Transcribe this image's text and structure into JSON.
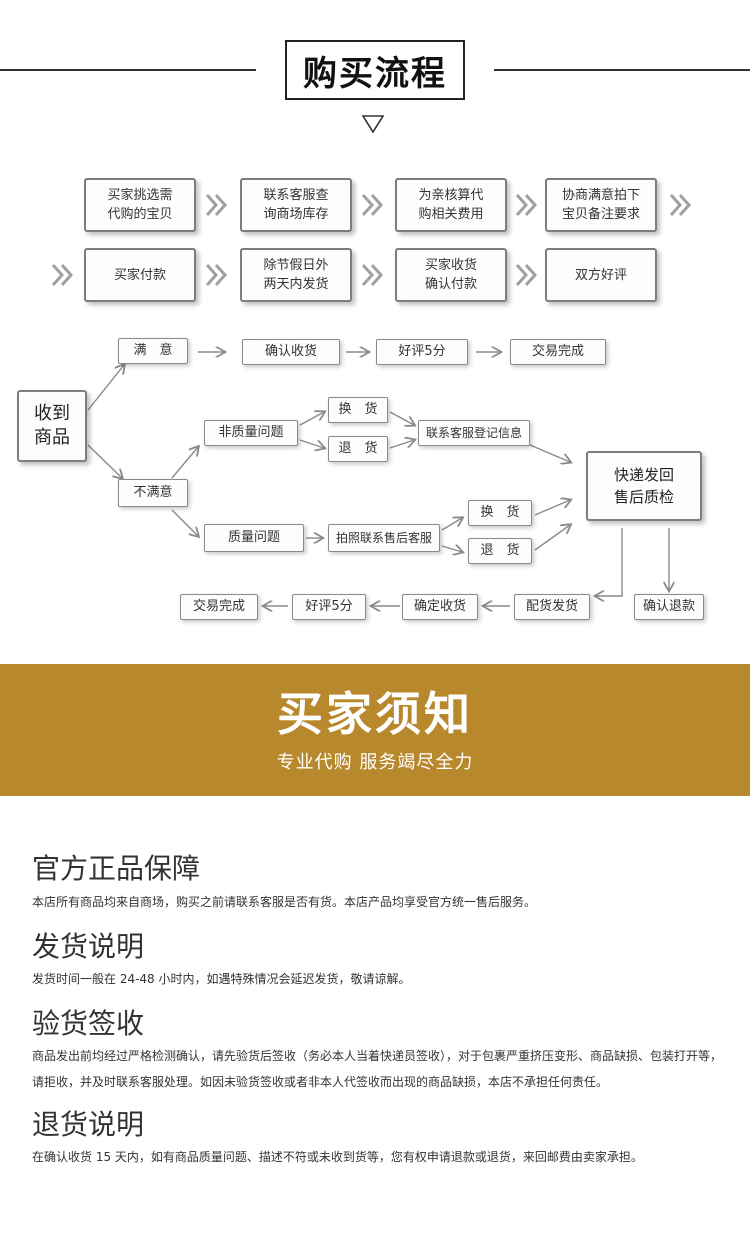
{
  "header": {
    "title": "购买流程"
  },
  "steps_row1": [
    "买家挑选需\n代购的宝贝",
    "联系客服查\n询商场库存",
    "为亲核算代\n购相关费用",
    "协商满意拍下\n宝贝备注要求"
  ],
  "steps_row2": [
    "买家付款",
    "除节假日外\n两天内发货",
    "买家收货\n确认付款",
    "双方好评"
  ],
  "flow": {
    "receive": "收到\n商品",
    "satisfied": "满　意",
    "confirm_receipt": "确认收货",
    "good_review_top": "好评5分",
    "deal_done_top": "交易完成",
    "unsatisfied": "不满意",
    "non_quality": "非质量问题",
    "exchange_1": "换　货",
    "return_1": "退　货",
    "contact_cs": "联系客服登记信息",
    "quality": "质量问题",
    "photo_contact": "拍照联系售后客服",
    "exchange_2": "换　货",
    "return_2": "退　货",
    "express_back": "快递发回\n售后质检",
    "confirm_refund": "确认退款",
    "ship_goods": "配货发货",
    "confirm_goods": "确定收货",
    "good_review_bottom": "好评5分",
    "deal_done_bottom": "交易完成"
  },
  "banner": {
    "title": "买家须知",
    "subtitle": "专业代购 服务竭尽全力"
  },
  "sections": [
    {
      "title": "官方正品保障",
      "text": "本店所有商品均来自商场，购买之前请联系客服是否有货。本店产品均享受官方统一售后服务。"
    },
    {
      "title": "发货说明",
      "text": "发货时间一般在 24-48 小时内，如遇特殊情况会延迟发货，敬请谅解。"
    },
    {
      "title": "验货签收",
      "text": "商品发出前均经过严格检测确认，请先验货后签收（务必本人当着快递员签收），对于包裹严重挤压变形、商品缺损、包装打开等，请拒收，并及时联系客服处理。如因未验货签收或者非本人代签收而出现的商品缺损，本店不承担任何责任。"
    },
    {
      "title": "退货说明",
      "text": "在确认收货 15 天内，如有商品质量问题、描述不符或未收到货等，您有权申请退款或退货，来回邮费由卖家承担。"
    }
  ],
  "colors": {
    "banner": "#b8882c",
    "arrow": "#8a8a8a"
  },
  "icons": {
    "down": "down-triangle-icon",
    "chevron": "double-chevron-right-icon"
  }
}
